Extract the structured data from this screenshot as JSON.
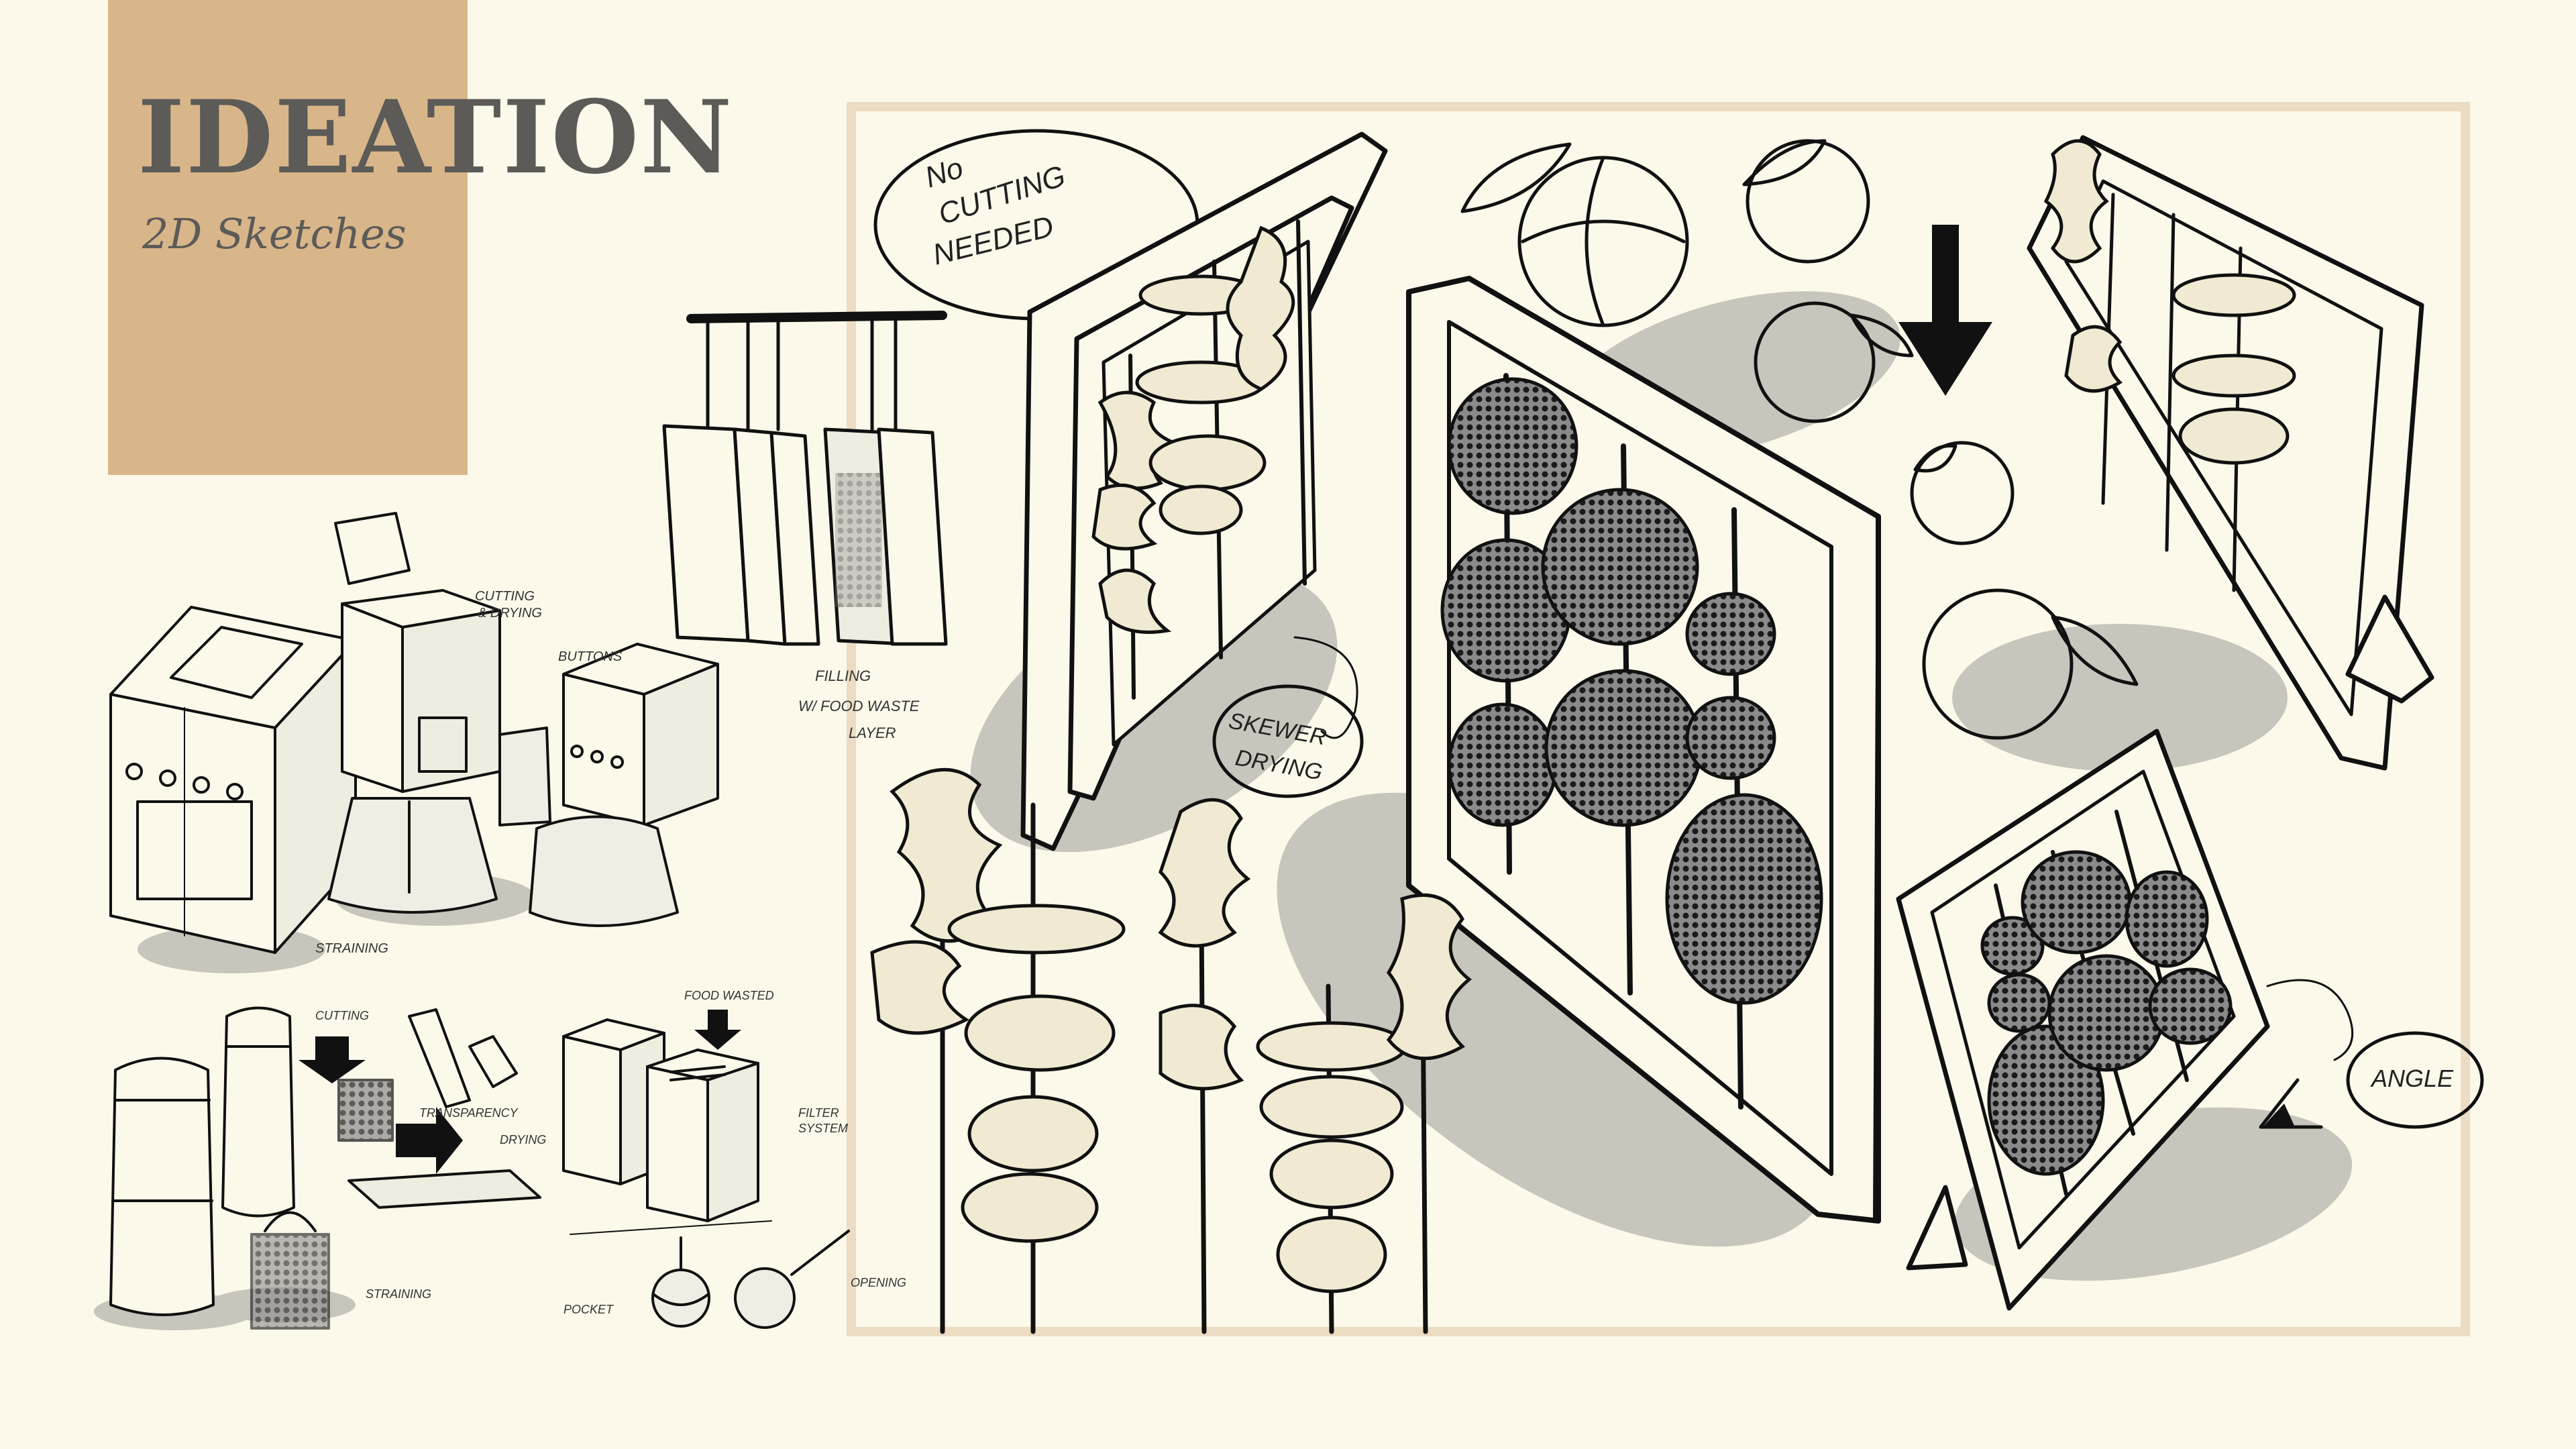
{
  "header": {
    "title": "IDEATION",
    "subtitle": "2D Sketches"
  },
  "annotations": {
    "no_cutting": [
      "No",
      "CUTTING",
      "NEEDED"
    ],
    "skewer_drying": [
      "SKEWER",
      "DRYING"
    ],
    "angle": "ANGLE",
    "filling": [
      "FILLING",
      "W/ FOOD WASTE",
      "LAYER"
    ],
    "cutting_drying": [
      "CUTTING",
      "& DRYING"
    ],
    "buttons": "BUTTONS",
    "straining_1": "STRAINING",
    "cutting_small": "CUTTING",
    "transparency": "TRANSPARENCY",
    "drying_small": "DRYING",
    "straining_2": "STRAINING",
    "food_wasted": "FOOD WASTED",
    "filter_system": [
      "FILTER",
      "SYSTEM"
    ],
    "pocket": "POCKET",
    "opening": "OPENING"
  },
  "colors": {
    "background": "#fcf9ea",
    "accent_block": "#d8b68a",
    "frame_border": "#ebdcc3",
    "title_text": "#5c5b58",
    "shadow": "#c8c5bc",
    "ink": "#111111"
  }
}
